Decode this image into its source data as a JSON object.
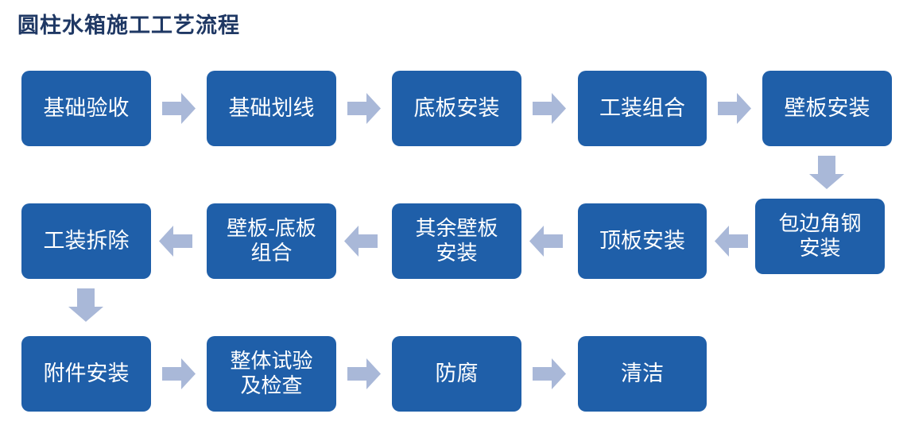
{
  "title": "圆柱水箱施工工艺流程",
  "colors": {
    "node_fill": "#1F5FA9",
    "arrow_fill": "#A9B8D8",
    "title_color": "#1F3864",
    "node_text": "#FFFFFF",
    "background": "#FFFFFF"
  },
  "flow": {
    "rows": [
      {
        "direction": "left-to-right",
        "nodes": [
          {
            "id": "n1",
            "label": "基础验收"
          },
          {
            "id": "n2",
            "label": "基础划线"
          },
          {
            "id": "n3",
            "label": "底板安装"
          },
          {
            "id": "n4",
            "label": "工装组合"
          },
          {
            "id": "n5",
            "label": "壁板安装"
          }
        ]
      },
      {
        "direction": "right-to-left",
        "nodes": [
          {
            "id": "n10",
            "label": "工装拆除"
          },
          {
            "id": "n9",
            "label": "壁板-底板\n组合"
          },
          {
            "id": "n8",
            "label": "其余壁板\n安装"
          },
          {
            "id": "n7",
            "label": "顶板安装"
          },
          {
            "id": "n6",
            "label": "包边角钢\n安装"
          }
        ]
      },
      {
        "direction": "left-to-right",
        "nodes": [
          {
            "id": "n11",
            "label": "附件安装"
          },
          {
            "id": "n12",
            "label": "整体试验\n及检查"
          },
          {
            "id": "n13",
            "label": "防腐"
          },
          {
            "id": "n14",
            "label": "清洁"
          }
        ]
      }
    ],
    "connectors": [
      {
        "id": "a1",
        "from": "n1",
        "to": "n2",
        "direction": "right"
      },
      {
        "id": "a2",
        "from": "n2",
        "to": "n3",
        "direction": "right"
      },
      {
        "id": "a3",
        "from": "n3",
        "to": "n4",
        "direction": "right"
      },
      {
        "id": "a4",
        "from": "n4",
        "to": "n5",
        "direction": "right"
      },
      {
        "id": "a5",
        "from": "n5",
        "to": "n6",
        "direction": "down"
      },
      {
        "id": "a6",
        "from": "n6",
        "to": "n7",
        "direction": "left"
      },
      {
        "id": "a7",
        "from": "n7",
        "to": "n8",
        "direction": "left"
      },
      {
        "id": "a8",
        "from": "n8",
        "to": "n9",
        "direction": "left"
      },
      {
        "id": "a9",
        "from": "n9",
        "to": "n10",
        "direction": "left"
      },
      {
        "id": "a10",
        "from": "n10",
        "to": "n11",
        "direction": "down"
      },
      {
        "id": "a11",
        "from": "n11",
        "to": "n12",
        "direction": "right"
      },
      {
        "id": "a12",
        "from": "n12",
        "to": "n13",
        "direction": "right"
      },
      {
        "id": "a13",
        "from": "n13",
        "to": "n14",
        "direction": "right"
      }
    ]
  }
}
